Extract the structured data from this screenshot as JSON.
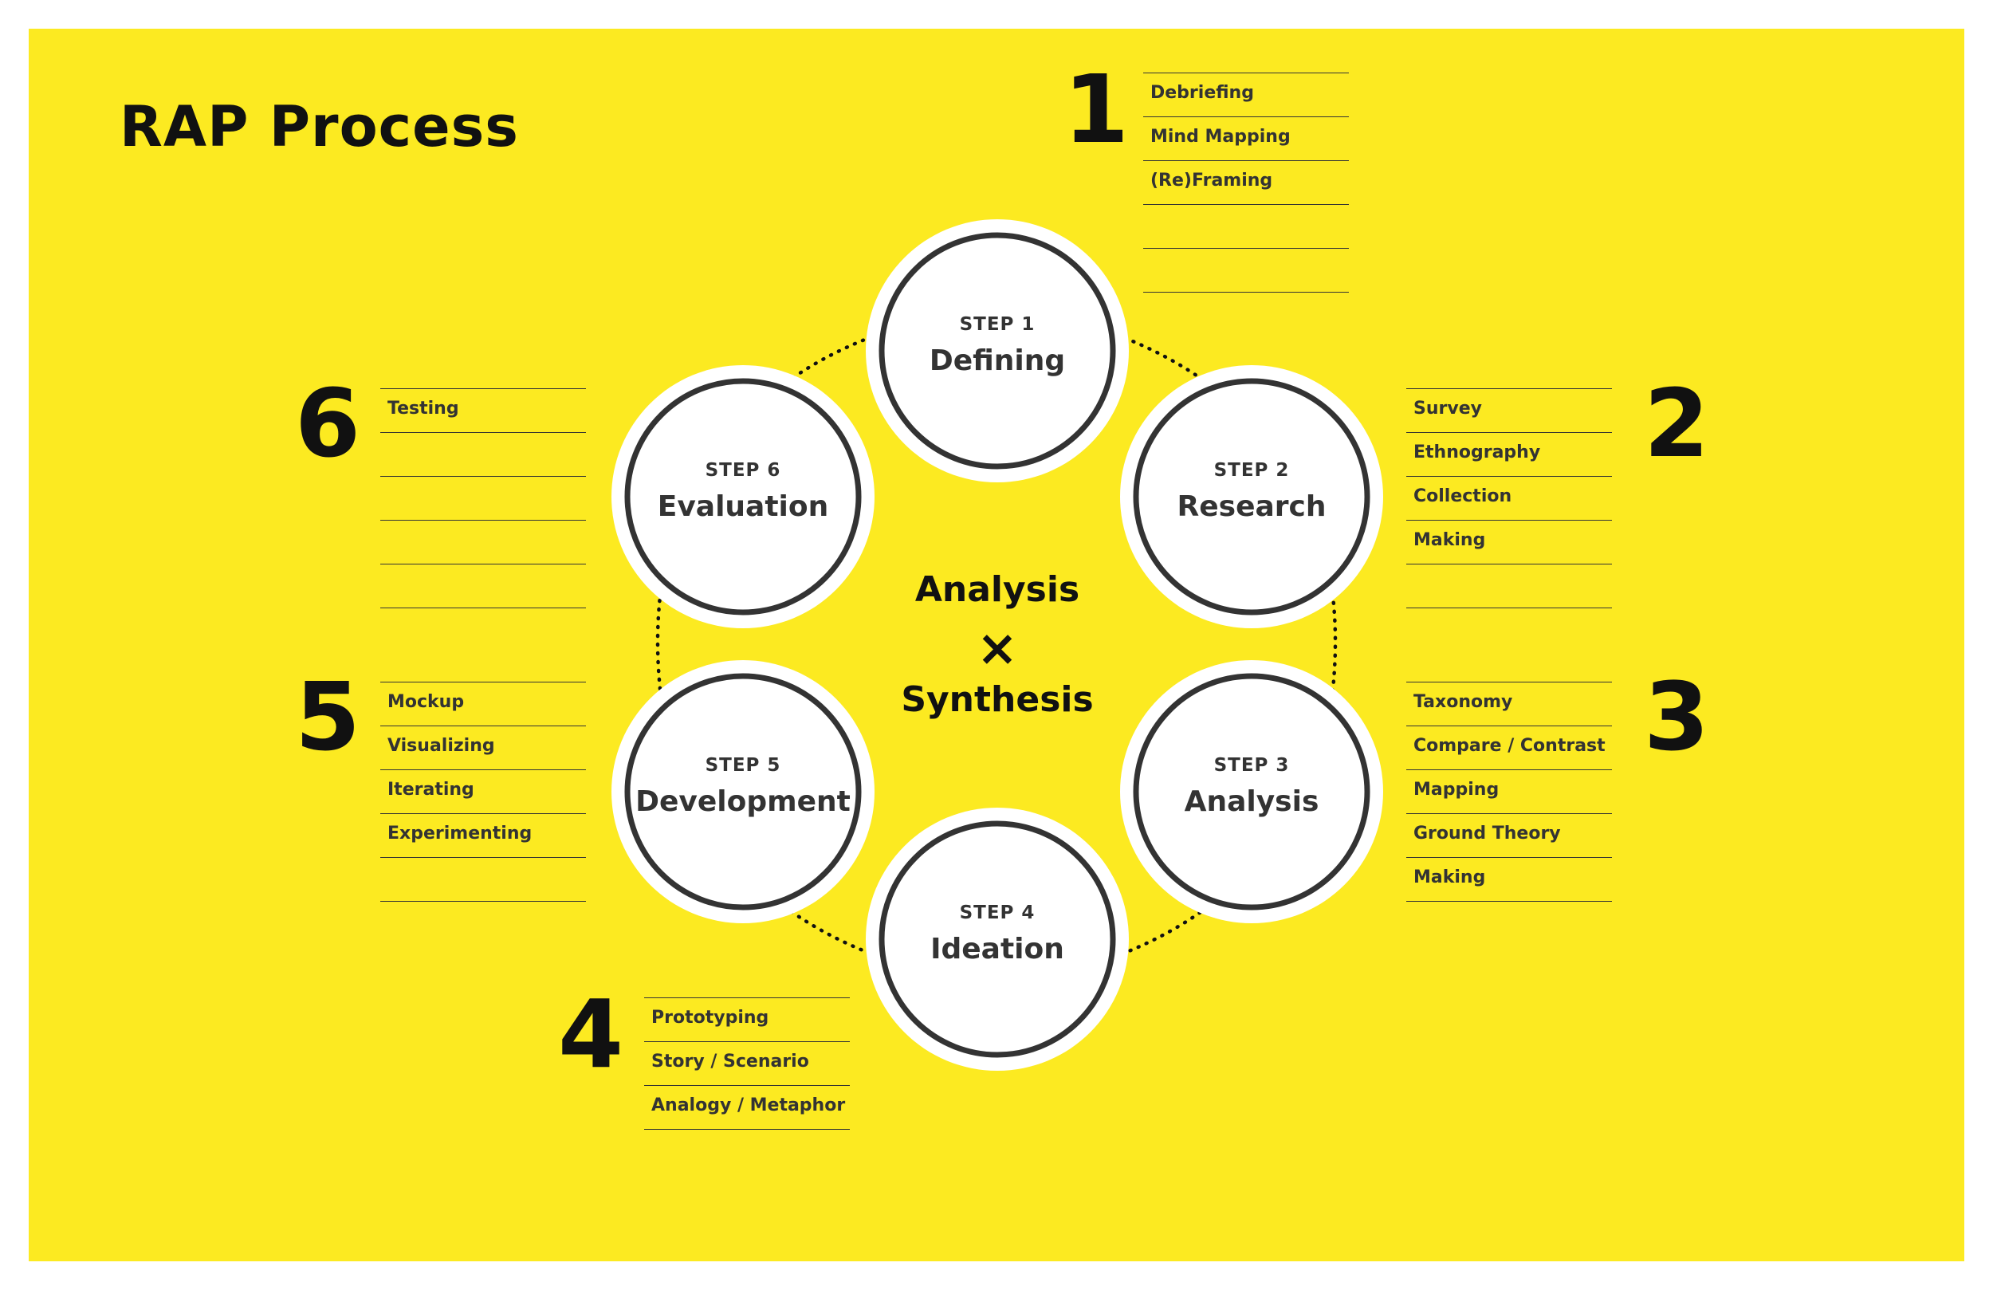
{
  "title": "RAP Process",
  "center": {
    "line1": "Analysis",
    "symbol": "×",
    "line2": "Synthesis"
  },
  "steps": [
    {
      "label": "STEP 1",
      "name": "Defining"
    },
    {
      "label": "STEP 2",
      "name": "Research"
    },
    {
      "label": "STEP 3",
      "name": "Analysis"
    },
    {
      "label": "STEP 4",
      "name": "Ideation"
    },
    {
      "label": "STEP 5",
      "name": "Development"
    },
    {
      "label": "STEP 6",
      "name": "Evaluation"
    }
  ],
  "lists": [
    {
      "number": "1",
      "items": [
        "Debriefing",
        "Mind Mapping",
        "(Re)Framing",
        "",
        ""
      ]
    },
    {
      "number": "2",
      "items": [
        "Survey",
        "Ethnography",
        "Collection",
        "Making",
        ""
      ]
    },
    {
      "number": "3",
      "items": [
        "Taxonomy",
        "Compare / Contrast",
        "Mapping",
        "Ground Theory",
        "Making"
      ]
    },
    {
      "number": "4",
      "items": [
        "Prototyping",
        "Story / Scenario",
        "Analogy / Metaphor"
      ]
    },
    {
      "number": "5",
      "items": [
        "Mockup",
        "Visualizing",
        "Iterating",
        "Experimenting",
        ""
      ]
    },
    {
      "number": "6",
      "items": [
        "Testing",
        "",
        "",
        "",
        ""
      ]
    }
  ],
  "colors": {
    "background": "#fcea21",
    "circle_stroke": "#333333",
    "text": "#111111"
  }
}
